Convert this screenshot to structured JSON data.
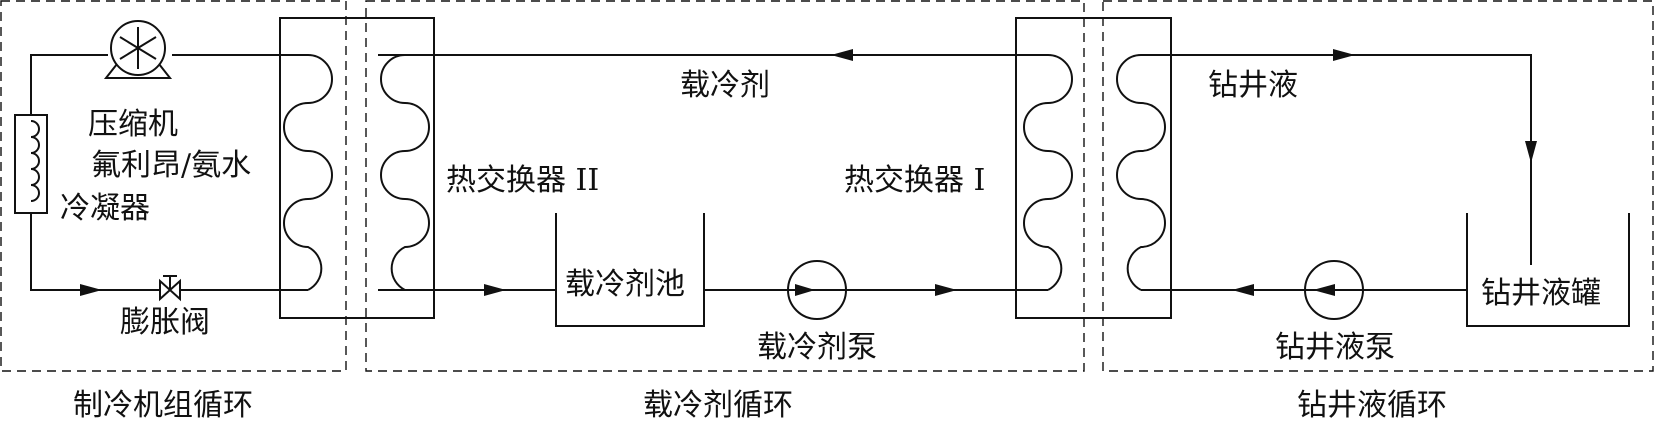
{
  "labels": {
    "compressor": "压缩机",
    "refrigerant": "氟利昂/氨水",
    "condenser": "冷凝器",
    "expansion_valve": "膨胀阀",
    "coolant_top": "载冷剂",
    "hx2": "热交换器 II",
    "hx1": "热交换器 I",
    "drilling_fluid_top": "钻井液",
    "coolant_tank": "载冷剂池",
    "coolant_pump": "载冷剂泵",
    "drilling_fluid_tank": "钻井液罐",
    "drilling_fluid_pump": "钻井液泵"
  },
  "sections": {
    "refrigeration": "制冷机组循环",
    "coolant": "载冷剂循环",
    "drilling_fluid": "钻井液循环"
  }
}
